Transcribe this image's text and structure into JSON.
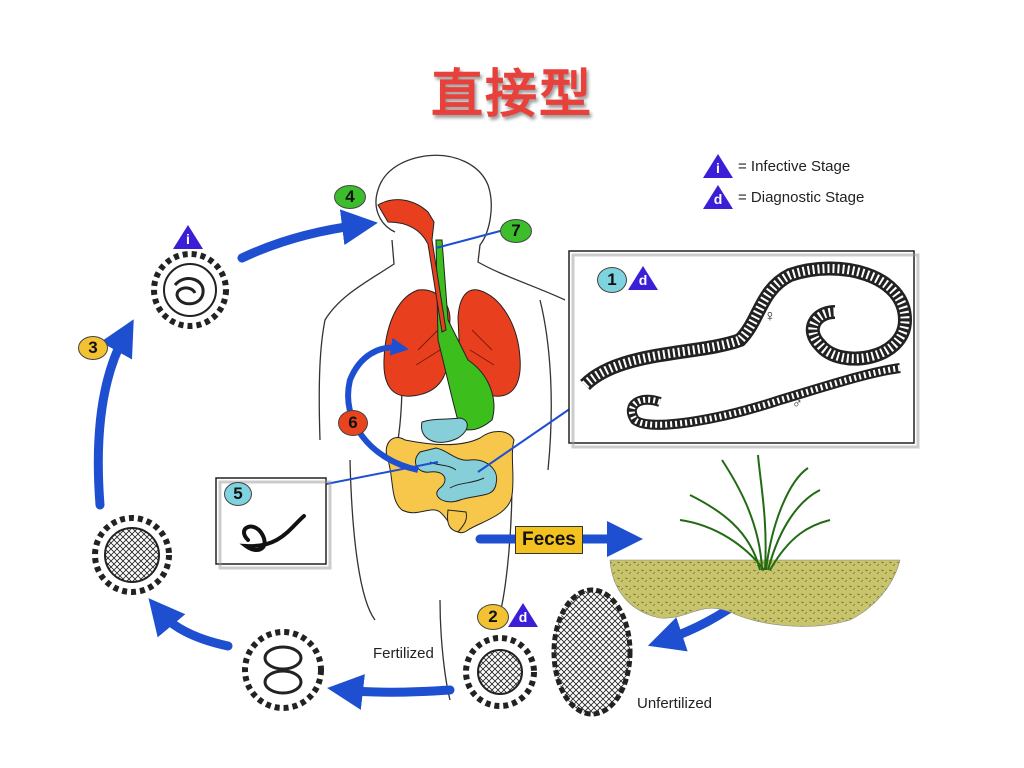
{
  "title": "直接型",
  "legend": {
    "infective": {
      "symbol": "i",
      "text": "= Infective Stage"
    },
    "diagnostic": {
      "symbol": "d",
      "text": "= Diagnostic Stage"
    }
  },
  "stages": {
    "s1": "1",
    "s2": "2",
    "s3": "3",
    "s4": "4",
    "s5": "5",
    "s6": "6",
    "s7": "7"
  },
  "labels": {
    "feces": "Feces",
    "fertilized": "Fertilized",
    "unfertilized": "Unfertilized",
    "female": "♀",
    "male": "♂"
  },
  "colors": {
    "title": "#e8403a",
    "arrow": "#1e4fd0",
    "lung": "#e8401e",
    "intestine_small": "#86cfd9",
    "intestine_large": "#f6c74a",
    "esophagus": "#3cbf1c",
    "triangle": "#3b1fd6",
    "badge_green": "#3cbd2b",
    "badge_yellow": "#f3c232",
    "badge_cyan": "#7ed3df",
    "badge_red": "#e9441e",
    "soil": "#c8c46c"
  }
}
